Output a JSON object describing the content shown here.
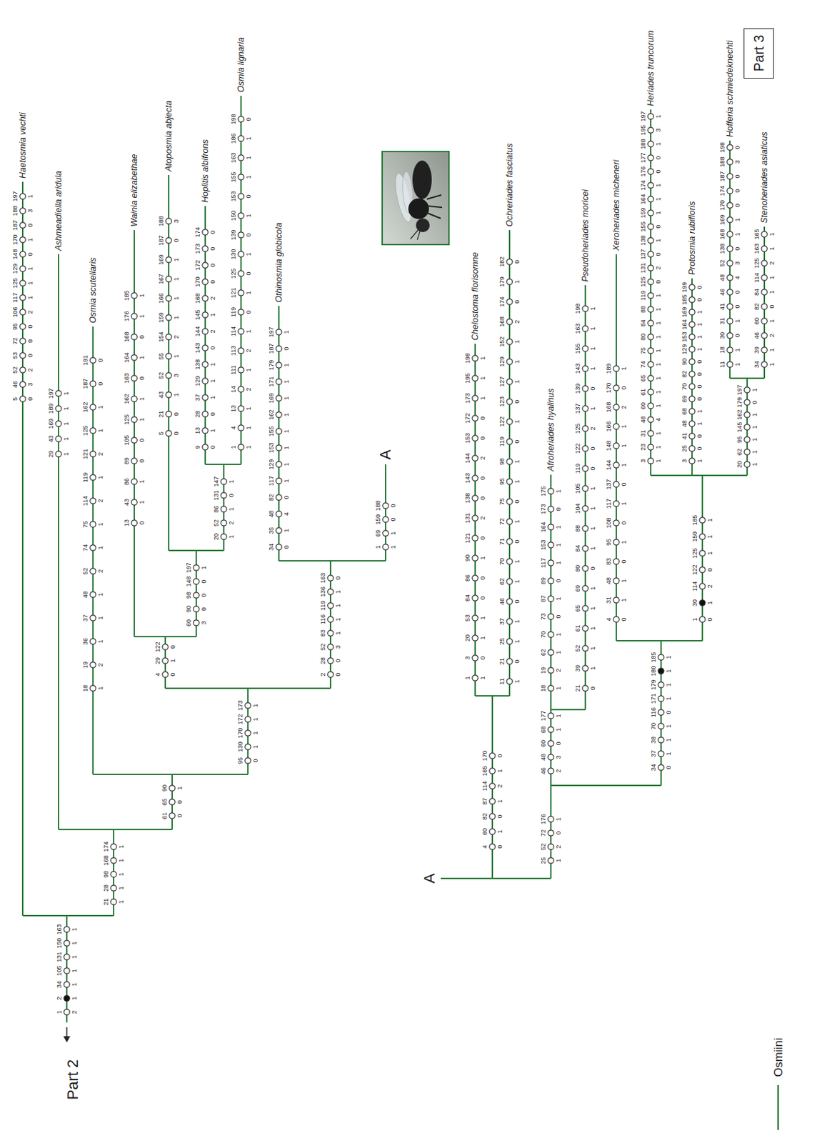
{
  "diagram": {
    "nodes": [
      {
        "text": [
          "Part 3"
        ]
      }
    ],
    "labels": [
      "Part 2",
      "1",
      "2",
      "34",
      "105",
      "131",
      "150",
      "163",
      "2",
      "1",
      "1",
      "1",
      "1",
      "1",
      "1",
      "5",
      "46",
      "52",
      "53",
      "72",
      "95",
      "106",
      "117",
      "125",
      "129",
      "148",
      "170",
      "187",
      "188",
      "197",
      "0",
      "3",
      "2",
      "0",
      "0",
      "0",
      "2",
      "1",
      "1",
      "1",
      "0",
      "1",
      "0",
      "3",
      "1",
      "Haetosmia vechti",
      "21",
      "28",
      "98",
      "168",
      "174",
      "1",
      "1",
      "1",
      "1",
      "1",
      "29",
      "43",
      "169",
      "189",
      "197",
      "1",
      "1",
      "1",
      "1",
      "1",
      "Ashmeadiella aridula",
      "61",
      "65",
      "90",
      "0",
      "0",
      "1",
      "18",
      "19",
      "36",
      "37",
      "48",
      "52",
      "74",
      "75",
      "114",
      "119",
      "121",
      "125",
      "162",
      "187",
      "191",
      "1",
      "2",
      "1",
      "1",
      "1",
      "2",
      "1",
      "1",
      "2",
      "1",
      "2",
      "1",
      "1",
      "0",
      "0",
      "Osmia scutellaris",
      "95",
      "130",
      "170",
      "172",
      "173",
      "0",
      "1",
      "1",
      "1",
      "1",
      "4",
      "29",
      "122",
      "0",
      "1",
      "0",
      "13",
      "43",
      "86",
      "89",
      "105",
      "125",
      "162",
      "163",
      "164",
      "168",
      "176",
      "185",
      "0",
      "1",
      "1",
      "0",
      "0",
      "1",
      "1",
      "0",
      "1",
      "0",
      "1",
      "1",
      "Wainia elizabethae",
      "60",
      "90",
      "98",
      "148",
      "197",
      "3",
      "0",
      "0",
      "0",
      "1",
      "5",
      "21",
      "43",
      "52",
      "55",
      "154",
      "159",
      "166",
      "167",
      "169",
      "187",
      "188",
      "0",
      "0",
      "1",
      "3",
      "1",
      "2",
      "1",
      "1",
      "1",
      "1",
      "0",
      "3",
      "Atoposmia abjecta",
      "20",
      "52",
      "86",
      "131",
      "147",
      "1",
      "2",
      "1",
      "0",
      "1",
      "9",
      "13",
      "28",
      "37",
      "129",
      "138",
      "143",
      "144",
      "145",
      "168",
      "170",
      "172",
      "173",
      "174",
      "0",
      "1",
      "0",
      "1",
      "1",
      "1",
      "0",
      "2",
      "1",
      "2",
      "0",
      "0",
      "0",
      "0",
      "Hoplitis albifrons",
      "1",
      "4",
      "13",
      "14",
      "111",
      "113",
      "114",
      "119",
      "121",
      "125",
      "130",
      "139",
      "150",
      "153",
      "155",
      "163",
      "186",
      "198",
      "1",
      "1",
      "1",
      "2",
      "1",
      "2",
      "1",
      "0",
      "1",
      "0",
      "1",
      "0",
      "1",
      "0",
      "1",
      "1",
      "1",
      "0",
      "Osmia lignaria",
      "2",
      "28",
      "52",
      "83",
      "116",
      "119",
      "136",
      "163",
      "0",
      "0",
      "3",
      "1",
      "1",
      "1",
      "1",
      "0",
      "34",
      "35",
      "48",
      "82",
      "117",
      "129",
      "153",
      "155",
      "162",
      "169",
      "171",
      "179",
      "187",
      "197",
      "0",
      "1",
      "4",
      "0",
      "1",
      "1",
      "1",
      "1",
      "1",
      "1",
      "1",
      "1",
      "0",
      "1",
      "Othinosmia globicola",
      "1",
      "69",
      "150",
      "188",
      "1",
      "1",
      "0",
      "0",
      "A",
      "A",
      "4",
      "60",
      "82",
      "87",
      "114",
      "165",
      "170",
      "0",
      "1",
      "0",
      "1",
      "2",
      "1",
      "0",
      "1",
      "3",
      "20",
      "53",
      "84",
      "86",
      "90",
      "121",
      "131",
      "138",
      "143",
      "144",
      "153",
      "172",
      "173",
      "195",
      "198",
      "1",
      "0",
      "1",
      "1",
      "0",
      "0",
      "1",
      "0",
      "2",
      "0",
      "0",
      "2",
      "0",
      "0",
      "1",
      "1",
      "1",
      "Chelostoma florisomne",
      "11",
      "21",
      "25",
      "37",
      "46",
      "62",
      "70",
      "71",
      "72",
      "75",
      "95",
      "98",
      "119",
      "122",
      "123",
      "127",
      "129",
      "152",
      "168",
      "174",
      "179",
      "182",
      "1",
      "0",
      "1",
      "1",
      "0",
      "1",
      "1",
      "0",
      "1",
      "0",
      "1",
      "1",
      "0",
      "1",
      "0",
      "1",
      "1",
      "1",
      "2",
      "0",
      "1",
      "0",
      "Ochreriades fasciatus",
      "25",
      "52",
      "72",
      "176",
      "1",
      "2",
      "0",
      "1",
      "46",
      "48",
      "60",
      "68",
      "177",
      "2",
      "3",
      "0",
      "1",
      "1",
      "18",
      "19",
      "62",
      "70",
      "73",
      "87",
      "89",
      "117",
      "153",
      "164",
      "173",
      "175",
      "1",
      "2",
      "1",
      "1",
      "0",
      "1",
      "0",
      "1",
      "1",
      "1",
      "0",
      "1",
      "Afroheriades hyalinus",
      "21",
      "39",
      "52",
      "61",
      "65",
      "69",
      "80",
      "84",
      "88",
      "104",
      "105",
      "119",
      "122",
      "125",
      "137",
      "139",
      "143",
      "155",
      "163",
      "198",
      "0",
      "1",
      "1",
      "1",
      "1",
      "1",
      "0",
      "1",
      "1",
      "1",
      "1",
      "0",
      "0",
      "2",
      "1",
      "0",
      "1",
      "1",
      "1",
      "1",
      "Pseudoheriades moricei",
      "34",
      "37",
      "38",
      "70",
      "116",
      "171",
      "179",
      "180",
      "185",
      "0",
      "1",
      "1",
      "1",
      "0",
      "1",
      "1",
      "1",
      "1",
      "4",
      "31",
      "48",
      "83",
      "95",
      "108",
      "117",
      "137",
      "144",
      "148",
      "166",
      "168",
      "170",
      "189",
      "0",
      "1",
      "1",
      "0",
      "1",
      "0",
      "1",
      "0",
      "1",
      "1",
      "1",
      "2",
      "0",
      "1",
      "Xeroheriades micheneri",
      "1",
      "30",
      "114",
      "122",
      "125",
      "150",
      "185",
      "0",
      "1",
      "2",
      "0",
      "1",
      "1",
      "1",
      "3",
      "23",
      "31",
      "48",
      "60",
      "61",
      "65",
      "74",
      "75",
      "80",
      "84",
      "88",
      "119",
      "125",
      "131",
      "137",
      "138",
      "155",
      "159",
      "164",
      "174",
      "176",
      "177",
      "188",
      "195",
      "197",
      "1",
      "1",
      "1",
      "4",
      "1",
      "1",
      "1",
      "1",
      "1",
      "1",
      "1",
      "1",
      "1",
      "0",
      "2",
      "0",
      "1",
      "0",
      "1",
      "1",
      "1",
      "0",
      "0",
      "1",
      "3",
      "1",
      "Heriades truncorum",
      "3",
      "25",
      "41",
      "48",
      "68",
      "69",
      "70",
      "82",
      "90",
      "129",
      "153",
      "164",
      "169",
      "185",
      "199",
      "1",
      "0",
      "0",
      "1",
      "1",
      "0",
      "0",
      "0",
      "0",
      "1",
      "1",
      "1",
      "1",
      "0",
      "0",
      "Protosmia rubifloris",
      "20",
      "62",
      "95",
      "145",
      "162",
      "179",
      "197",
      "1",
      "1",
      "1",
      "1",
      "1",
      "0",
      "1",
      "11",
      "18",
      "30",
      "31",
      "41",
      "46",
      "48",
      "52",
      "138",
      "168",
      "169",
      "170",
      "174",
      "187",
      "188",
      "198",
      "1",
      "1",
      "0",
      "1",
      "0",
      "0",
      "4",
      "3",
      "0",
      "1",
      "1",
      "0",
      "0",
      "0",
      "3",
      "0",
      "Hofferia schmiedeknechti",
      "34",
      "39",
      "46",
      "60",
      "82",
      "84",
      "114",
      "125",
      "163",
      "165",
      "1",
      "1",
      "2",
      "1",
      "0",
      "1",
      "1",
      "2",
      "1",
      "1",
      "Stenoheriades asiaticus"
    ],
    "legend": [
      {
        "text": "Osmiini"
      }
    ]
  }
}
